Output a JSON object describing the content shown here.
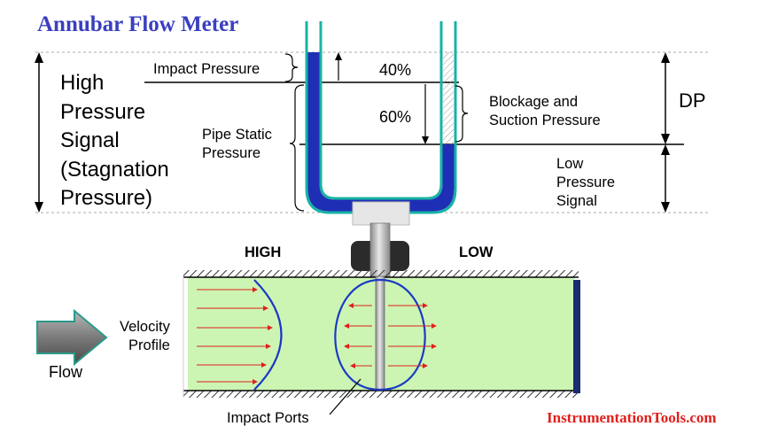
{
  "title": "Annubar Flow Meter",
  "labels": {
    "high_pressure_signal": [
      "High",
      "Pressure",
      "Signal",
      "(Stagnation",
      "Pressure)"
    ],
    "impact_pressure": "Impact Pressure",
    "pipe_static_pressure": [
      "Pipe Static",
      "Pressure"
    ],
    "pct_40": "40%",
    "pct_60": "60%",
    "blockage_suction": [
      "Blockage and",
      "Suction Pressure"
    ],
    "dp": "DP",
    "low_pressure_signal": [
      "Low",
      "Pressure",
      "Signal"
    ],
    "high": "HIGH",
    "low": "LOW",
    "velocity_profile": [
      "Velocity",
      "Profile"
    ],
    "flow": "Flow",
    "impact_ports": "Impact Ports",
    "website": "InstrumentationTools.com"
  },
  "colors": {
    "title": "#3a3fbf",
    "fluid": "#1f2fb5",
    "tube": "#17b3a3",
    "pipe_fill": "#ccf5b3",
    "arrows": "#e0201c",
    "profile": "#1c39c4",
    "watermark": "#e0201c"
  }
}
